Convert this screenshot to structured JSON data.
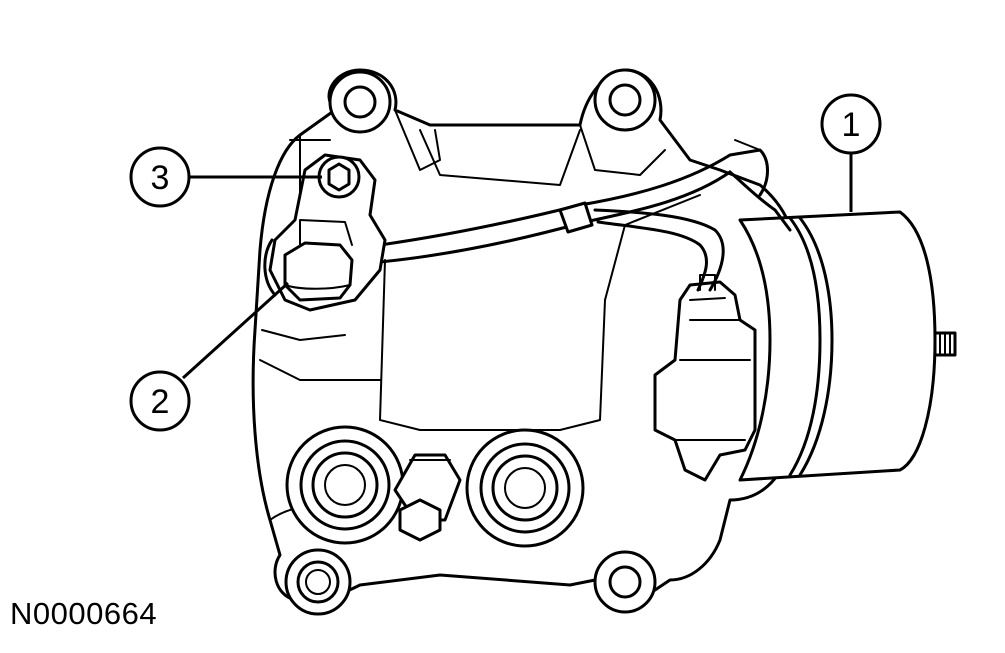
{
  "figure": {
    "id_label": "N0000664"
  },
  "callouts": [
    {
      "number": "1"
    },
    {
      "number": "2"
    },
    {
      "number": "3"
    }
  ]
}
